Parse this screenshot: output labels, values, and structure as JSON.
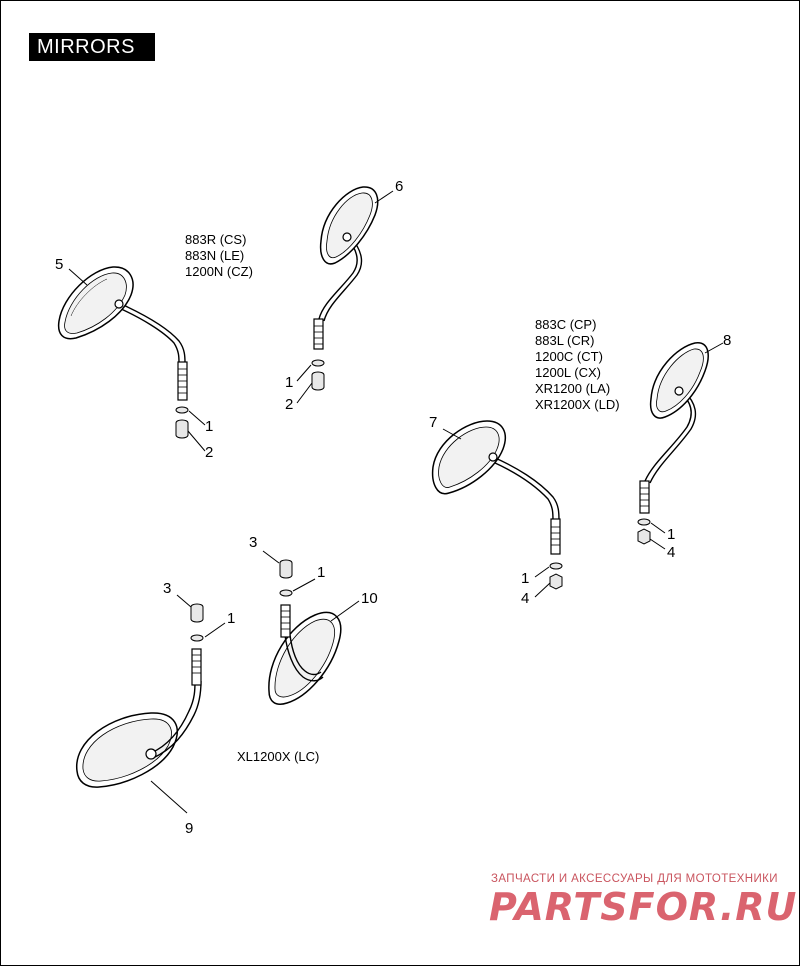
{
  "title": "MIRRORS",
  "callouts": [
    "1",
    "2",
    "3",
    "4",
    "5",
    "6",
    "7",
    "8",
    "9",
    "10"
  ],
  "model_groups": [
    {
      "id": "group-a",
      "lines": [
        "883R (CS)",
        "883N (LE)",
        "1200N (CZ)"
      ]
    },
    {
      "id": "group-b",
      "lines": [
        "883C (CP)",
        "883L (CR)",
        "1200C (CT)",
        "1200L (CX)",
        "XR1200 (LA)",
        "XR1200X (LD)"
      ]
    },
    {
      "id": "group-c",
      "lines": [
        "XL1200X (LC)"
      ]
    }
  ],
  "watermark": {
    "tagline": "ЗАПЧАСТИ И АКСЕССУАРЫ ДЛЯ МОТОТЕХНИКИ",
    "logo": "PARTSFOR.RU",
    "color": "#d44a56"
  }
}
